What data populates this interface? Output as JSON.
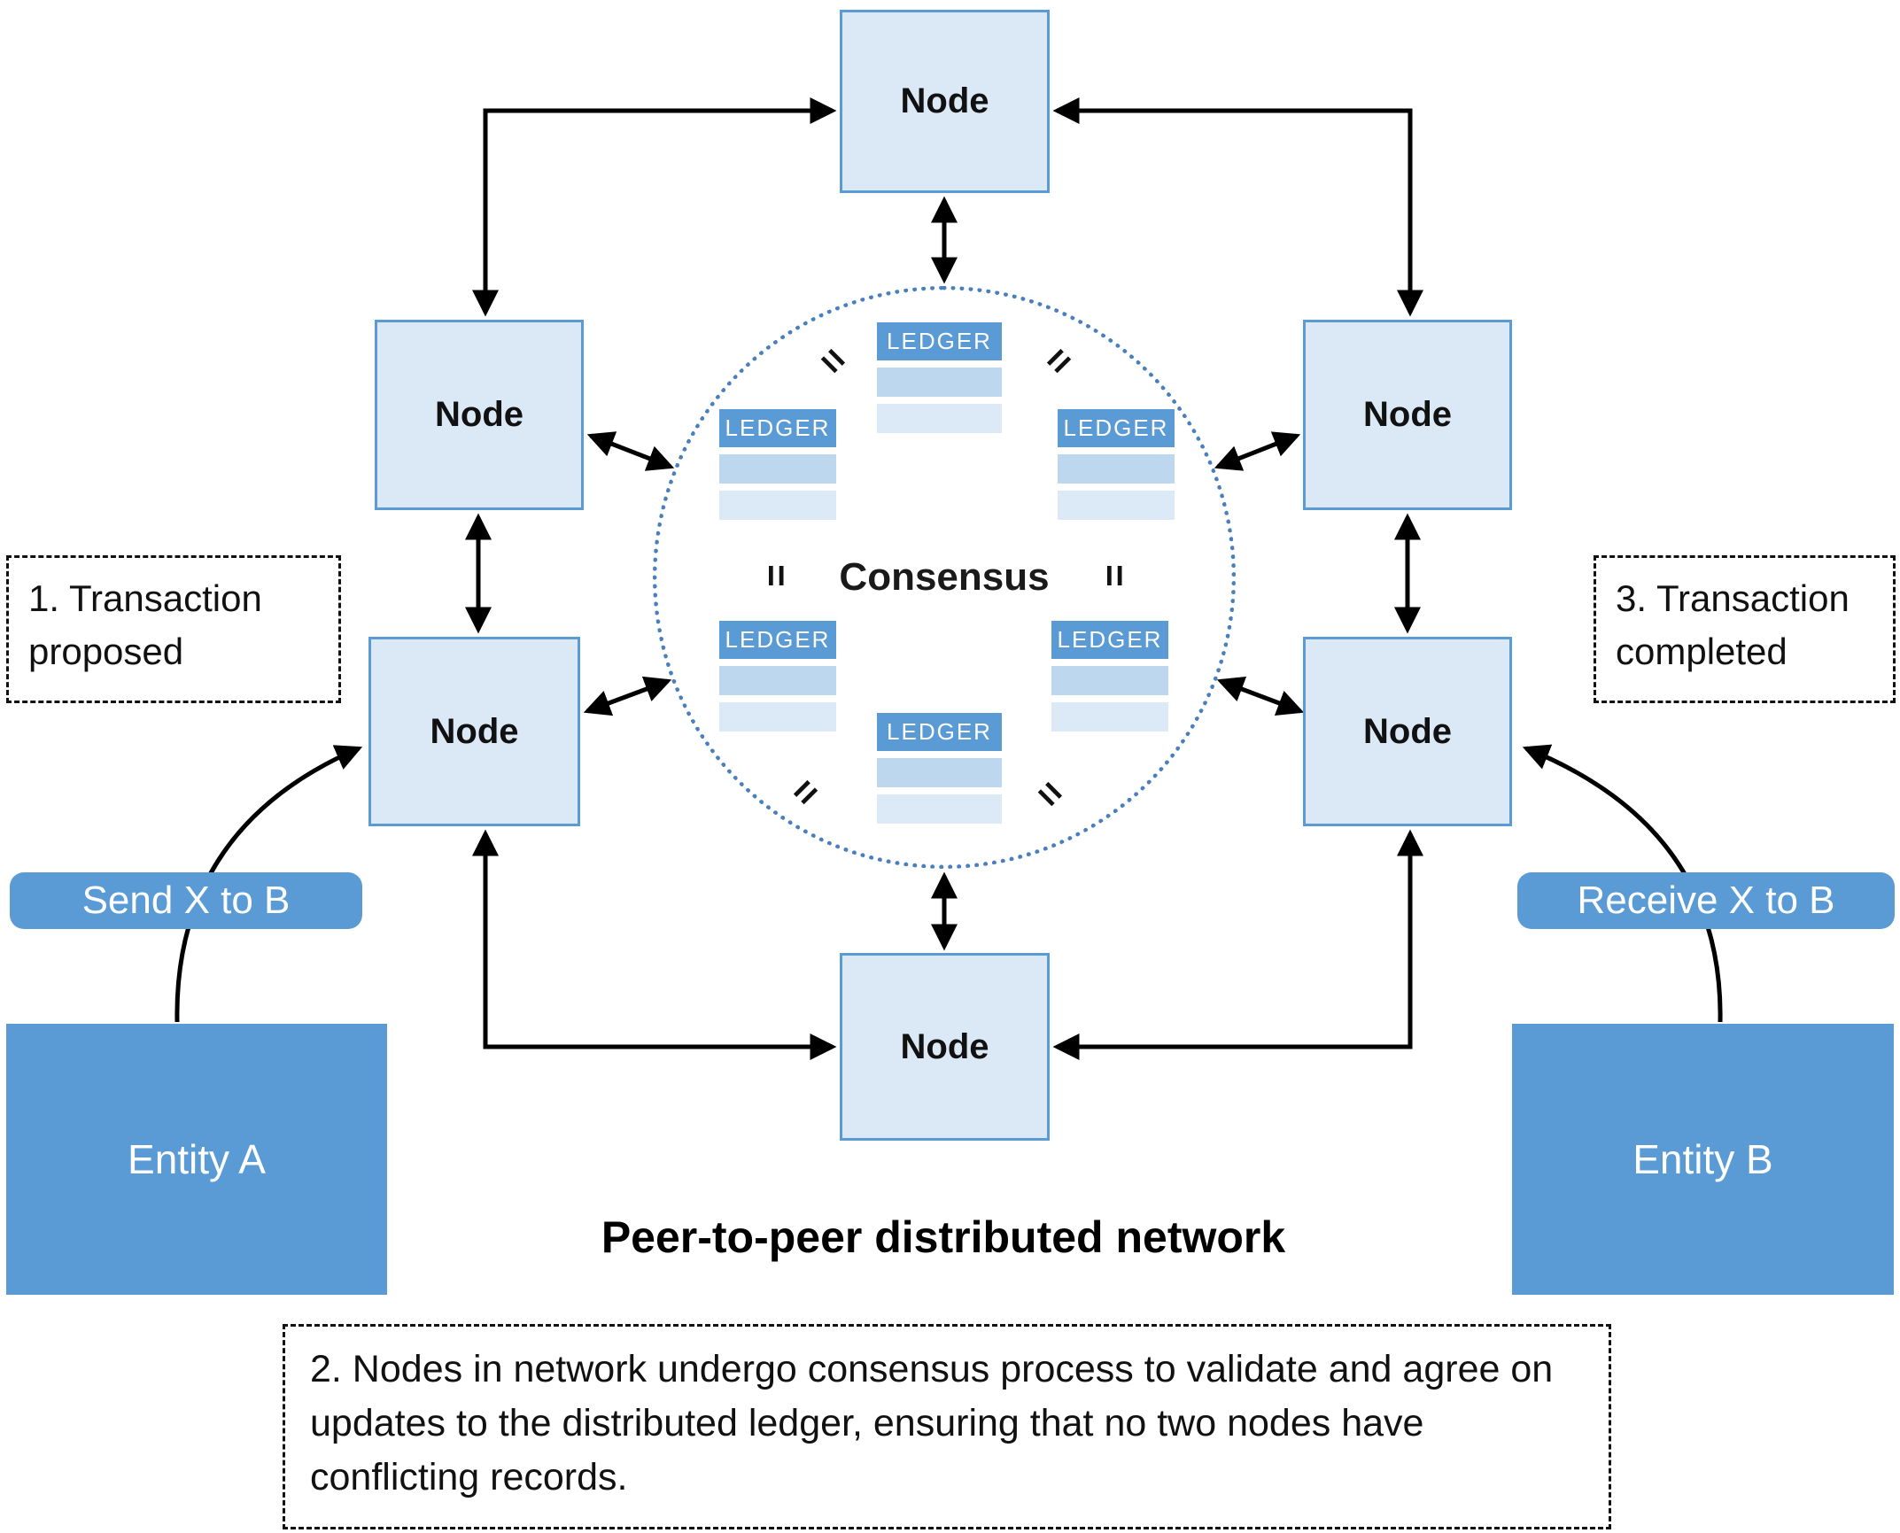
{
  "title": "Peer-to-peer distributed network",
  "node_label": "Node",
  "consensus": {
    "label": "Consensus",
    "ledger_label": "LEDGER",
    "equals_symbol": "="
  },
  "entities": {
    "a": {
      "label": "Entity A"
    },
    "b": {
      "label": "Entity B"
    }
  },
  "transaction_labels": {
    "send": "Send X to B",
    "receive": "Receive X to B"
  },
  "annotations": {
    "step1": "1. Transaction proposed",
    "step2": "2. Nodes in network undergo consensus process to validate and agree on updates to the distributed ledger, ensuring that no two nodes have conflicting records.",
    "step3": "3. Transaction completed"
  },
  "colors": {
    "node_fill": "#dbe9f7",
    "node_border": "#5b9bd5",
    "ledger_header": "#5b9bd5",
    "ledger_row1": "#bdd7ee",
    "ledger_row2": "#dce9f6",
    "entity_fill": "#5b9bd5",
    "pill_fill": "#5b9bd5",
    "circle_dots": "#4a7fbe",
    "arrow": "#000000"
  }
}
